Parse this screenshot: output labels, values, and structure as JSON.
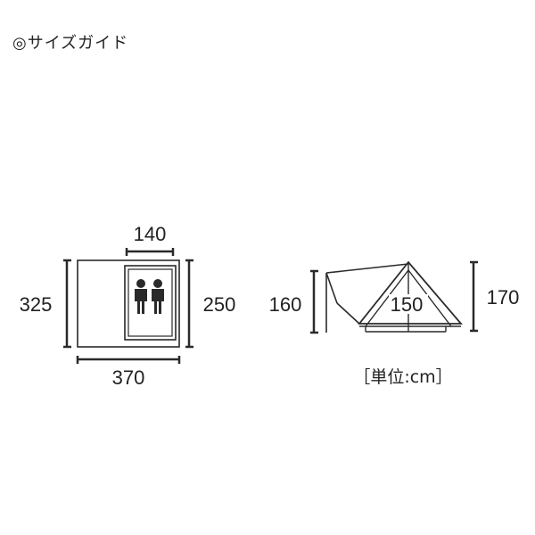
{
  "heading": "◎サイズガイド",
  "floor_plan": {
    "inner_width": "140",
    "total_depth": "325",
    "inner_depth": "250",
    "total_width": "370"
  },
  "side_view": {
    "height_left": "160",
    "inner_width": "150",
    "height_total": "170"
  },
  "unit_note": "［単位:cm］"
}
